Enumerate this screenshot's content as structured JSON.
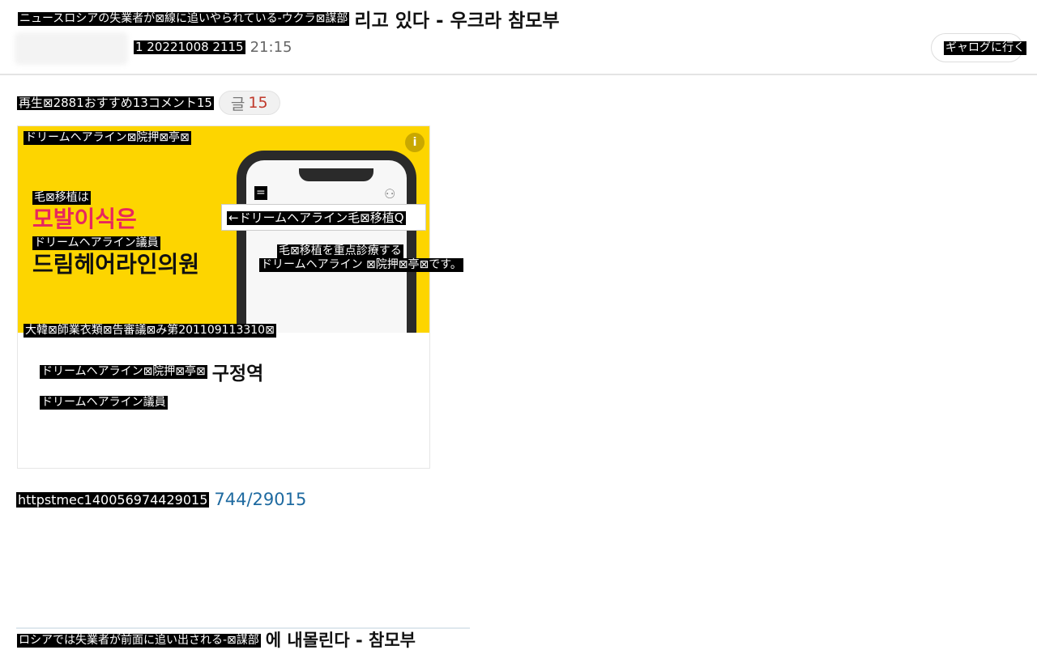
{
  "header": {
    "title_overlay": "ニュースロシアの失業者が⊠線に追いやられている-ウクラ⊠謀部",
    "title_visible": "리고 있다 - 우크라 참모부",
    "meta_overlay": "1 20221008 2115",
    "time": "21:15",
    "gallery_button": "ギャログに行く"
  },
  "stats": {
    "overlay": "再生⊠2881おすすめ13コメント15",
    "comment_label": "글",
    "comment_count": "15"
  },
  "ad": {
    "brand_overlay": "ドリームヘアライン⊠院押⊠亭⊠",
    "info_icon": "i",
    "headline_line1": "모발이식은",
    "headline_line1_overlay": "毛⊠移植は",
    "headline_line2": "드림헤어라인의원",
    "headline_line2_overlay": "ドリームヘアライン議員",
    "menu_overlay": "=",
    "search_overlay": "←ドリームヘアライン毛⊠移植Q",
    "phone_text_overlay_1": "毛⊠移植を重点診療する",
    "phone_text_overlay_2": "ドリームヘアライン ⊠院押⊠亭⊠です。",
    "license_overlay": "大韓⊠師業衣類⊠告審議⊠み第201109113310⊠",
    "card_title_overlay": "ドリームヘアライン⊠院押⊠亭⊠",
    "card_title_visible": "구정역",
    "card_subtitle_overlay": "ドリームヘアライン議員"
  },
  "link": {
    "overlay": "httpstmec140056974429015",
    "visible": "744/29015"
  },
  "next": {
    "overlay": "ロシアでは失業者が前面に追い出される-⊠謀部",
    "visible": "에 내몰린다 - 참모부"
  }
}
